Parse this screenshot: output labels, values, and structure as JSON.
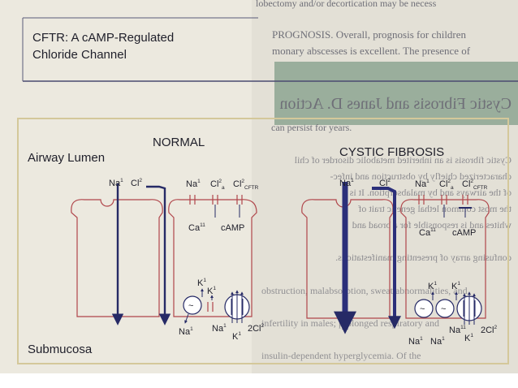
{
  "header": {
    "title_line1": "CFTR: A cAMP-Regulated",
    "title_line2": "Chloride Channel"
  },
  "background_text": {
    "line1": "lobectomy and/or decortication may be necess",
    "line2": "PROGNOSIS. Overall, prognosis for children",
    "line3": "monary abscesses is excellent. The presence of",
    "line4": "can persist for years.",
    "mirrored_heading": "Cystic Fibrosis and Janes D. Action",
    "mirrored_lines": [
      "Cystic fibrosis is an inherited metabolic disorder of chil",
      "characterized chiefly by obstruction and infec-",
      "of the airways and by malabsorption. It is",
      "the most common lethal genetic trait of",
      "whites and is responsible for a broad and",
      "confusing array of presenting manifestations."
    ],
    "lower_lines": [
      "obstruction, malabsorption, sweat abnormalities, and",
      "infertility in males; prolonged respiratory and",
      "insulin-dependent hyperglycemia. Of the"
    ]
  },
  "labels": {
    "normal": "NORMAL",
    "cystic_fibrosis": "CYSTIC FIBROSIS",
    "airway_lumen": "Airway Lumen",
    "submucosa": "Submucosa"
  },
  "ions": {
    "na": "Na",
    "cl": "Cl",
    "ca": "Ca",
    "k": "K",
    "camp": "cAMP",
    "two_cl": "2Cl",
    "cftr_sub": "CFTR",
    "a_sub": "a",
    "sup1": "1",
    "sup2": "2",
    "sup11": "11"
  },
  "colors": {
    "cell_outline": "#b0454a",
    "arrow_normal": "#262a66",
    "arrow_cf": "#2b2f7a",
    "frame_border": "#d4c89a",
    "page_bg": "#ece9df",
    "banner_green": "#9aae9c"
  }
}
